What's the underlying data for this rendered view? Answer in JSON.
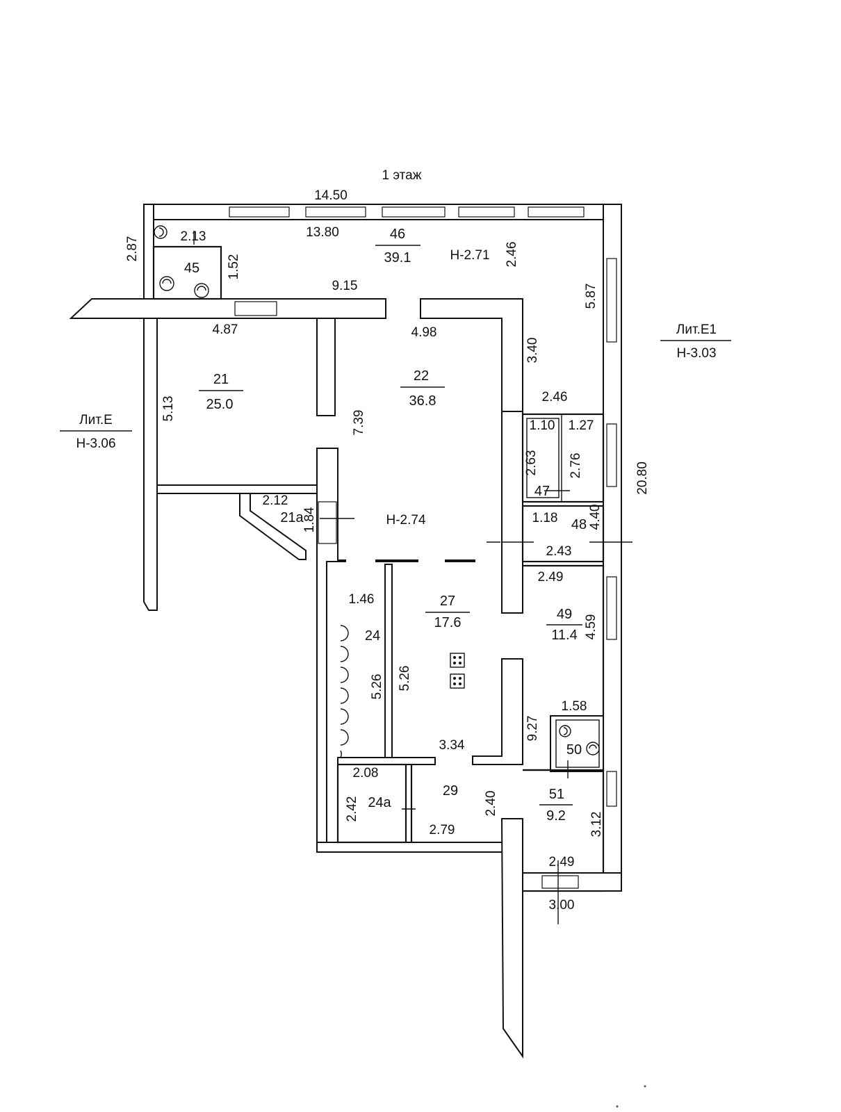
{
  "title": "1 этаж",
  "labels": {
    "lit_e": "Лит.Е",
    "lit_e_h": "Н-3.06",
    "lit_e1": "Лит.Е1",
    "lit_e1_h": "Н-3.03",
    "h_271": "Н-2.71",
    "h_274": "Н-2.74"
  },
  "rooms": {
    "r46": {
      "num": "46",
      "area": "39.1"
    },
    "r45": {
      "num": "45"
    },
    "r21": {
      "num": "21",
      "area": "25.0"
    },
    "r22": {
      "num": "22",
      "area": "36.8"
    },
    "r21a": {
      "num": "21а"
    },
    "r47": {
      "num": "47"
    },
    "r48": {
      "num": "48"
    },
    "r27": {
      "num": "27",
      "area": "17.6"
    },
    "r49": {
      "num": "49",
      "area": "11.4"
    },
    "r24": {
      "num": "24"
    },
    "r24a": {
      "num": "24а"
    },
    "r29": {
      "num": "29"
    },
    "r50": {
      "num": "50"
    },
    "r51": {
      "num": "51",
      "area": "9.2"
    }
  },
  "dimensions": {
    "d1450": "14.50",
    "d1380": "13.80",
    "d287": "2.87",
    "d213": "2.13",
    "d152": "1.52",
    "d246a": "2.46",
    "d915": "9.15",
    "d587": "5.87",
    "d487": "4.87",
    "d498": "4.98",
    "d340": "3.40",
    "d513": "5.13",
    "d739": "7.39",
    "d246b": "2.46",
    "d110": "1.10",
    "d127": "1.27",
    "d263": "2.63",
    "d276": "2.76",
    "d2080": "20.80",
    "d212": "2.12",
    "d184": "1.84",
    "d118": "1.18",
    "d440": "4.40",
    "d243": "2.43",
    "d249a": "2.49",
    "d146": "1.46",
    "d459": "4.59",
    "d526a": "5.26",
    "d526b": "5.26",
    "d158": "1.58",
    "d927": "9.27",
    "d334": "3.34",
    "d208": "2.08",
    "d242": "2.42",
    "d240": "2.40",
    "d279": "2.79",
    "d312": "3.12",
    "d249b": "2.49",
    "d300": "3.00"
  }
}
